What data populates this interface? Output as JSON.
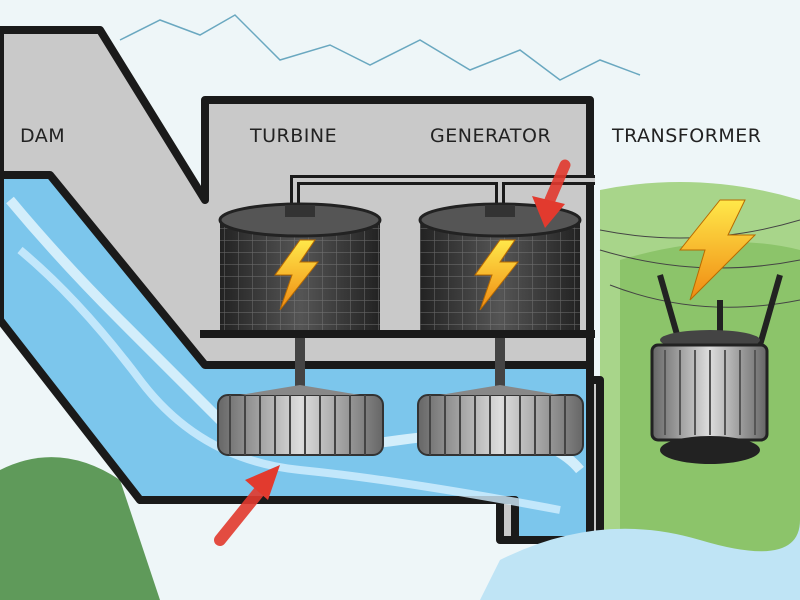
{
  "labels": {
    "dam": "DAM",
    "turbine": "TURBINE",
    "generator": "GENERATOR",
    "transformer": "TRANSFORMER"
  },
  "colors": {
    "sky": "#eef6f8",
    "dam": "#c9c9c9",
    "outline": "#1a1a1a",
    "water": "#7cc6ec",
    "grass": "#8cc46a",
    "bolt": "#f6c21a",
    "arrow": "#e23a2e",
    "machine": "#3a3a3a"
  }
}
